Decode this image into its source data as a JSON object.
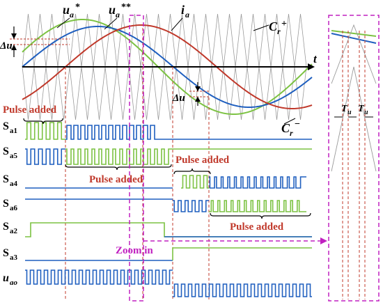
{
  "labels": {
    "ua_star": "u",
    "ua_star_sub": "a",
    "ua_star_sup": "*",
    "ua_dstar": "u",
    "ua_dstar_sub": "a",
    "ua_dstar_sup": "**",
    "ia": "i",
    "ia_sub": "a",
    "cr_plus": "C",
    "cr_plus_sub": "r",
    "cr_plus_sup": "+",
    "cr_minus": "C",
    "cr_minus_sub": "r",
    "cr_minus_sup": "−",
    "t_axis": "t",
    "delta_u_left": "Δu",
    "delta_u_mid": "Δu",
    "pulse_added_1": "Pulse added",
    "pulse_added_2": "Pulse added",
    "pulse_added_3": "Pulse added",
    "pulse_added_4": "Pulse added",
    "zoom_in": "Zoom in",
    "tu_1": "T",
    "tu_1_sub": "u",
    "tu_2": "T",
    "tu_2_sub": "u"
  },
  "signals": [
    {
      "name": "S",
      "sub": "a1"
    },
    {
      "name": "S",
      "sub": "a5"
    },
    {
      "name": "S",
      "sub": "a4"
    },
    {
      "name": "S",
      "sub": "a6"
    },
    {
      "name": "S",
      "sub": "a2"
    },
    {
      "name": "S",
      "sub": "a3"
    },
    {
      "name": "u",
      "sub": "ao"
    }
  ],
  "colors": {
    "blue": "#1f5fbf",
    "green": "#7cc242",
    "red": "#c0392b",
    "magenta": "#c020c0",
    "carrier": "#9a9a9a"
  }
}
